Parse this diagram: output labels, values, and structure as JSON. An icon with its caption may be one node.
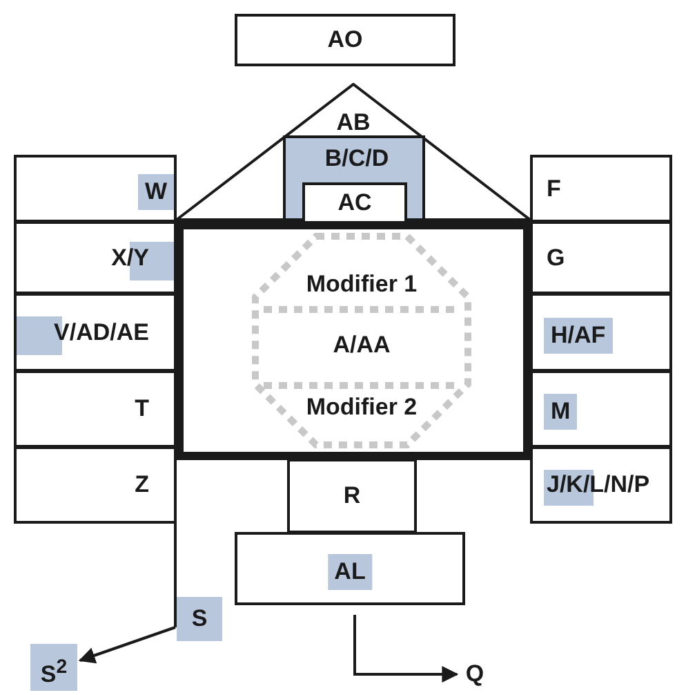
{
  "diagram": {
    "nodes": [
      {
        "text": [
          "AO"
        ]
      },
      {
        "text": [
          "AB"
        ]
      },
      {
        "text": [
          "B/C/D"
        ],
        "in": 1
      },
      {
        "text": [
          "AC"
        ],
        "in": 2
      },
      {
        "text": [],
        "shape": "box"
      },
      {
        "text": [
          "Modifier 1",
          "A/AA",
          "Modifier 2"
        ],
        "in": 4
      },
      {
        "text": [
          "W"
        ]
      },
      {
        "text": [
          "X/Y"
        ]
      },
      {
        "text": [
          "V/AD/AE"
        ]
      },
      {
        "text": [
          "T"
        ]
      },
      {
        "text": [
          "Z"
        ]
      },
      {
        "text": [
          "F"
        ]
      },
      {
        "text": [
          "G"
        ]
      },
      {
        "text": [
          "H/AF"
        ]
      },
      {
        "text": [
          "M"
        ]
      },
      {
        "text": [
          "J/K/L/N/P"
        ]
      },
      {
        "text": [
          "R"
        ]
      },
      {
        "text": [
          "AL"
        ]
      },
      {
        "text": [
          "S"
        ]
      },
      {
        "text": [
          "S$^{2}$"
        ]
      },
      {
        "text": [
          "Q"
        ]
      }
    ],
    "edges": [
      {
        "from": 10,
        "to": 18,
        "arrow": "none"
      },
      {
        "from": 18,
        "to": 19,
        "arrow": "to"
      },
      {
        "from": 17,
        "to": 20,
        "arrow": "to"
      }
    ]
  }
}
